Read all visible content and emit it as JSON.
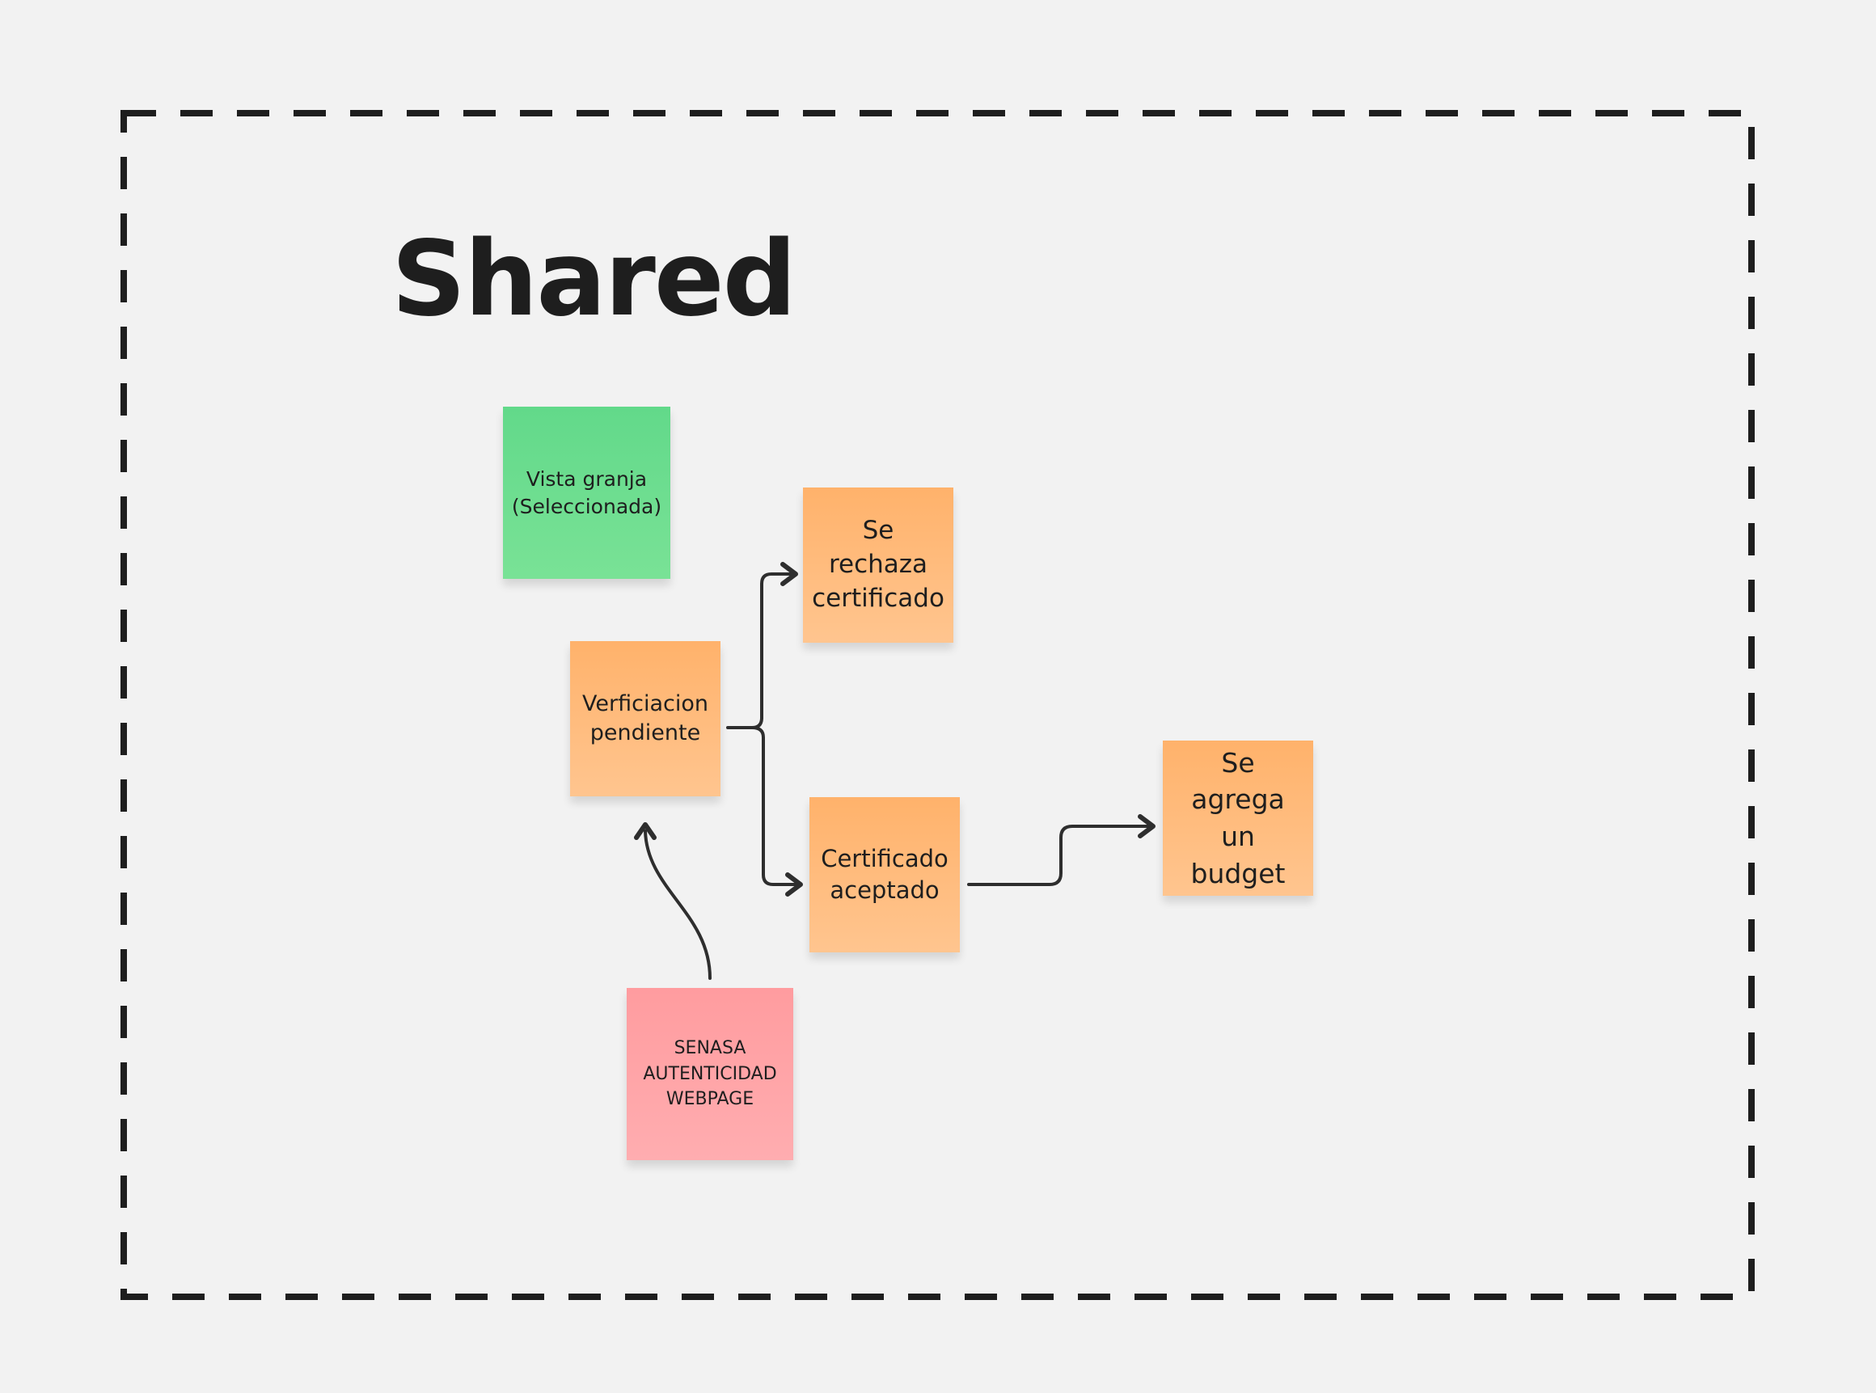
{
  "board": {
    "background_color": "#f2f2f2",
    "frame_color": "#1e1e1e"
  },
  "title": "Shared",
  "stickies": {
    "vista_granja": {
      "text": "Vista granja\n(Seleccionada)",
      "color": "#6fde91"
    },
    "verificacion_pendiente": {
      "text": "Verficiacion\npendiente",
      "color": "#ffbb7d"
    },
    "se_rechaza_certificado": {
      "text": "Se rechaza\ncertificado",
      "color": "#ffbb7d"
    },
    "certificado_aceptado": {
      "text": "Certificado\naceptado",
      "color": "#ffbb7d"
    },
    "se_agrega_un_budget": {
      "text": "Se agrega\nun\nbudget",
      "color": "#ffbb7d"
    },
    "senasa": {
      "text": "SENASA\nAUTENTICIDAD\nWEBPAGE",
      "color": "#ffa5a8"
    }
  },
  "connectors": [
    {
      "from": "verificacion_pendiente",
      "to": "se_rechaza_certificado"
    },
    {
      "from": "verificacion_pendiente",
      "to": "certificado_aceptado"
    },
    {
      "from": "certificado_aceptado",
      "to": "se_agrega_un_budget"
    },
    {
      "from": "senasa",
      "to": "verificacion_pendiente"
    }
  ]
}
